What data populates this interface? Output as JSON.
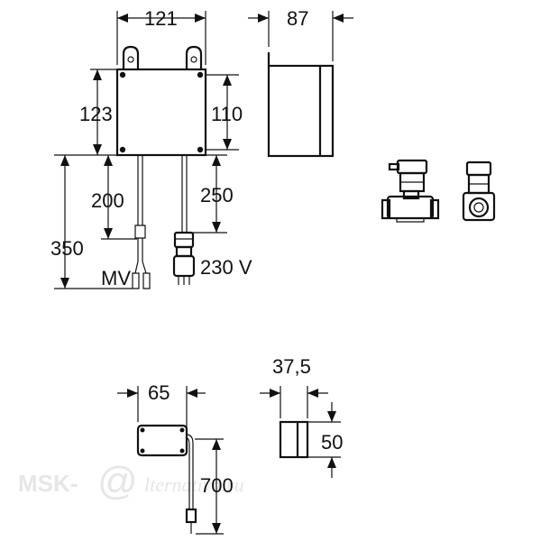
{
  "dimensions": {
    "box_width": "121",
    "side_depth": "87",
    "box_height_left": "123",
    "box_height_right": "110",
    "cable_left": "200",
    "cable_right": "250",
    "total_left": "350",
    "small_width": "65",
    "small_depth": "37,5",
    "small_height": "50",
    "small_cable": "700"
  },
  "labels": {
    "mv": "MV",
    "voltage": "230 V"
  },
  "watermark": {
    "brand": "MSK-",
    "at": "@",
    "domain": "lternativa.ru"
  },
  "colors": {
    "line": "#111111",
    "watermark": "#e6e6e6"
  }
}
